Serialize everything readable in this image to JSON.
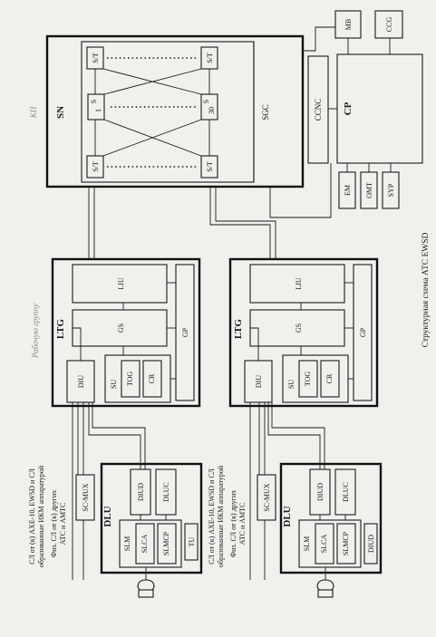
{
  "diagram": {
    "caption": "Структурная схема АТС EWSD",
    "hand_notes": [
      "КП",
      "Рабочую группу"
    ],
    "blocks": {
      "sn": "SN",
      "sgc": "SGC",
      "st": "S/T",
      "s": "S",
      "s1_index": "1",
      "s30_index": "30",
      "mb": "MB",
      "ccg": "CCG",
      "ccnc": "CCNC",
      "cp": "CP",
      "em": "EM",
      "omt": "OMT",
      "syp": "SYP",
      "ltg": "LTG",
      "liu": "LIU",
      "gs": "GS",
      "gp": "GP",
      "diu": "DIU",
      "su": "SU",
      "tog": "TOG",
      "cr": "CR",
      "dlu": "DLU",
      "sc_mux": "SC-MUX",
      "diud": "DIUD",
      "dluc": "DLUC",
      "slm": "SLM",
      "slca": "SLCA",
      "slmcp": "SLMCP",
      "tu": "TU",
      "diud2": "DIUD"
    },
    "labels": {
      "trunk_line1": "СЛ от (к) АХЕ-10, EWSD и СЛ",
      "trunk_line2": "образованные ИКМ аппаратурой",
      "phys_line1": "Физ. СЛ от (к) других",
      "phys_line2": "АТС и АМТС"
    }
  }
}
